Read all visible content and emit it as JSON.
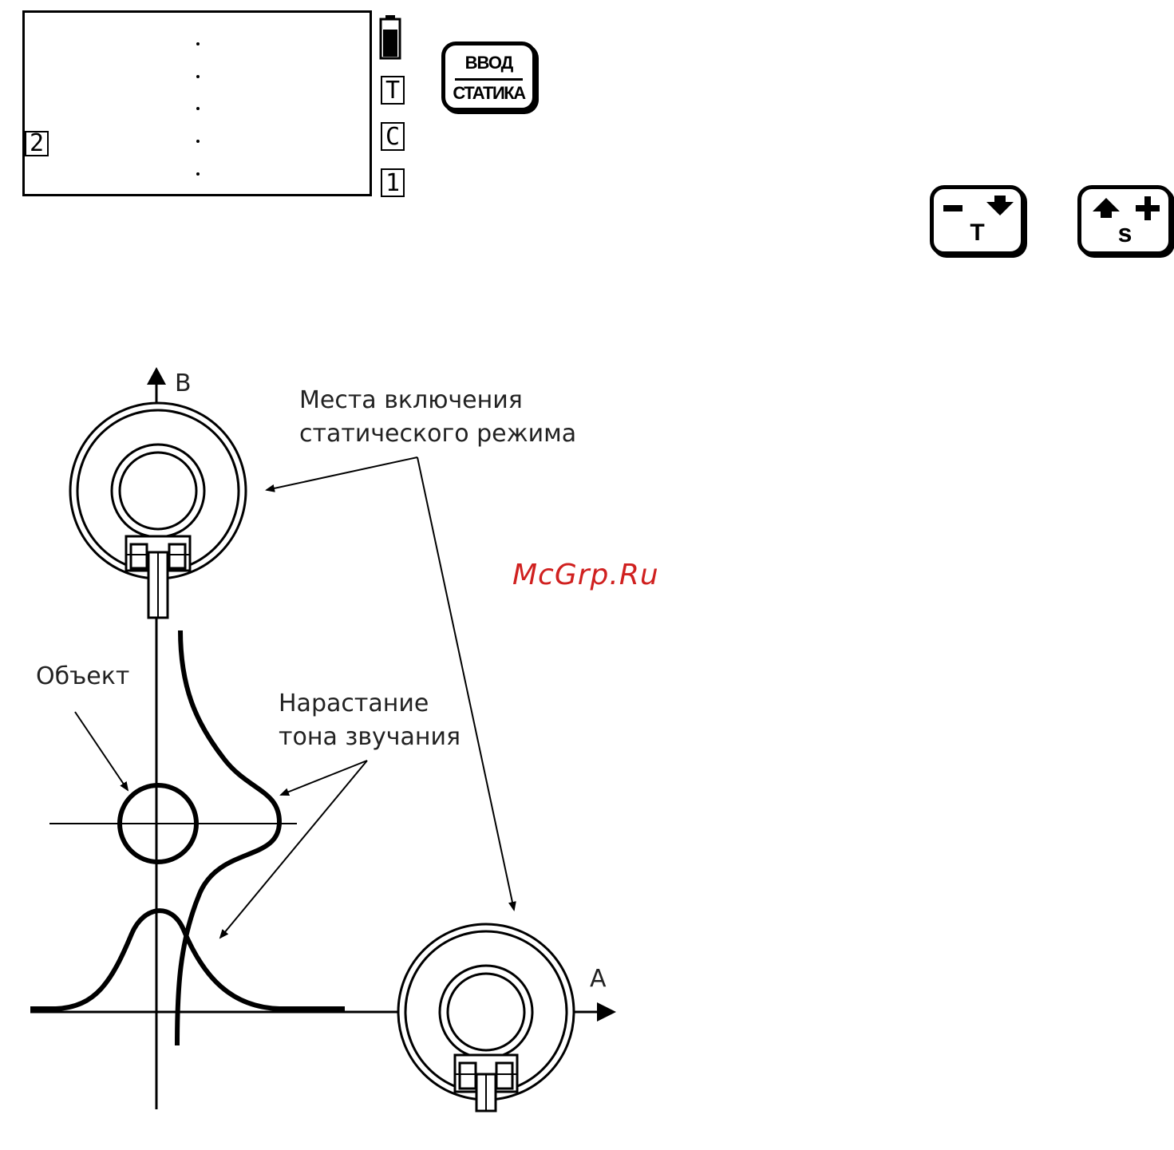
{
  "display": {
    "row_indicator": "2",
    "side_indicators": [
      "T",
      "C",
      "1"
    ],
    "battery_icon": "battery-full-icon"
  },
  "keys": {
    "enter_top": "ВВОД",
    "enter_bottom": "СТАТИКА",
    "minus_key": {
      "symbol": "T",
      "icon": "minus-arrow-down-icon"
    },
    "plus_key": {
      "symbol": "S",
      "icon": "arrow-up-plus-icon"
    }
  },
  "diagram": {
    "axis_b_label": "B",
    "axis_a_label": "A",
    "static_mode_line1": "Места включения",
    "static_mode_line2": "статического режима",
    "object_label": "Объект",
    "tone_line1": "Нарастание",
    "tone_line2": "тона звучания"
  },
  "watermark": "McGrp.Ru",
  "colors": {
    "ink": "#000000",
    "watermark": "#d0201f"
  }
}
